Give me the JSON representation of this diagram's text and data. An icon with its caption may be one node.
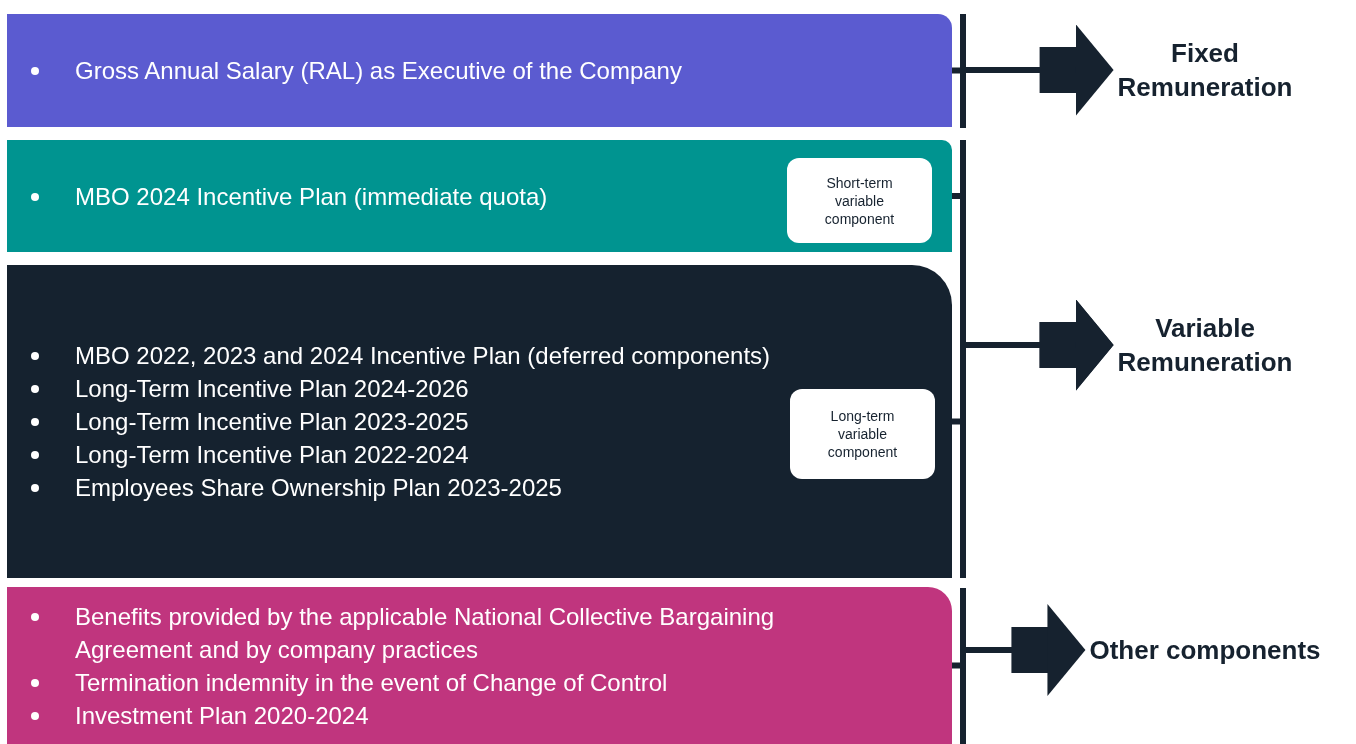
{
  "diagram": {
    "nodes": [
      {
        "text": [
          "Gross Annual Salary (RAL) as Executive of the Company"
        ]
      },
      {
        "text": [
          "MBO 2024 Incentive Plan (immediate quota)"
        ]
      },
      {
        "text": [
          "Short-term variable component"
        ],
        "in": 1
      },
      {
        "text": [
          "MBO 2022, 2023 and 2024 Incentive Plan (deferred components)",
          "Long-Term Incentive Plan 2024-2026",
          "Long-Term Incentive Plan 2023-2025",
          "Long-Term Incentive Plan 2022-2024",
          "Employees Share Ownership Plan 2023-2025"
        ]
      },
      {
        "text": [
          "Long-term variable component"
        ],
        "in": 3
      },
      {
        "text": [
          "Benefits provided by the applicable National Collective Bargaining Agreement and by company practices",
          "Termination indemnity in the event of Change of Control",
          "Investment Plan 2020-2024"
        ]
      },
      {
        "text": [
          "Fixed Remuneration"
        ]
      },
      {
        "text": [
          "Variable Remuneration"
        ]
      },
      {
        "text": [
          "Other components"
        ]
      }
    ],
    "edges": [
      {
        "from": 0,
        "to": 6,
        "arrow": "to"
      },
      {
        "from": 1,
        "to": 7,
        "arrow": "to"
      },
      {
        "from": 3,
        "to": 7,
        "arrow": "to"
      },
      {
        "from": 5,
        "to": 8,
        "arrow": "to"
      }
    ]
  }
}
